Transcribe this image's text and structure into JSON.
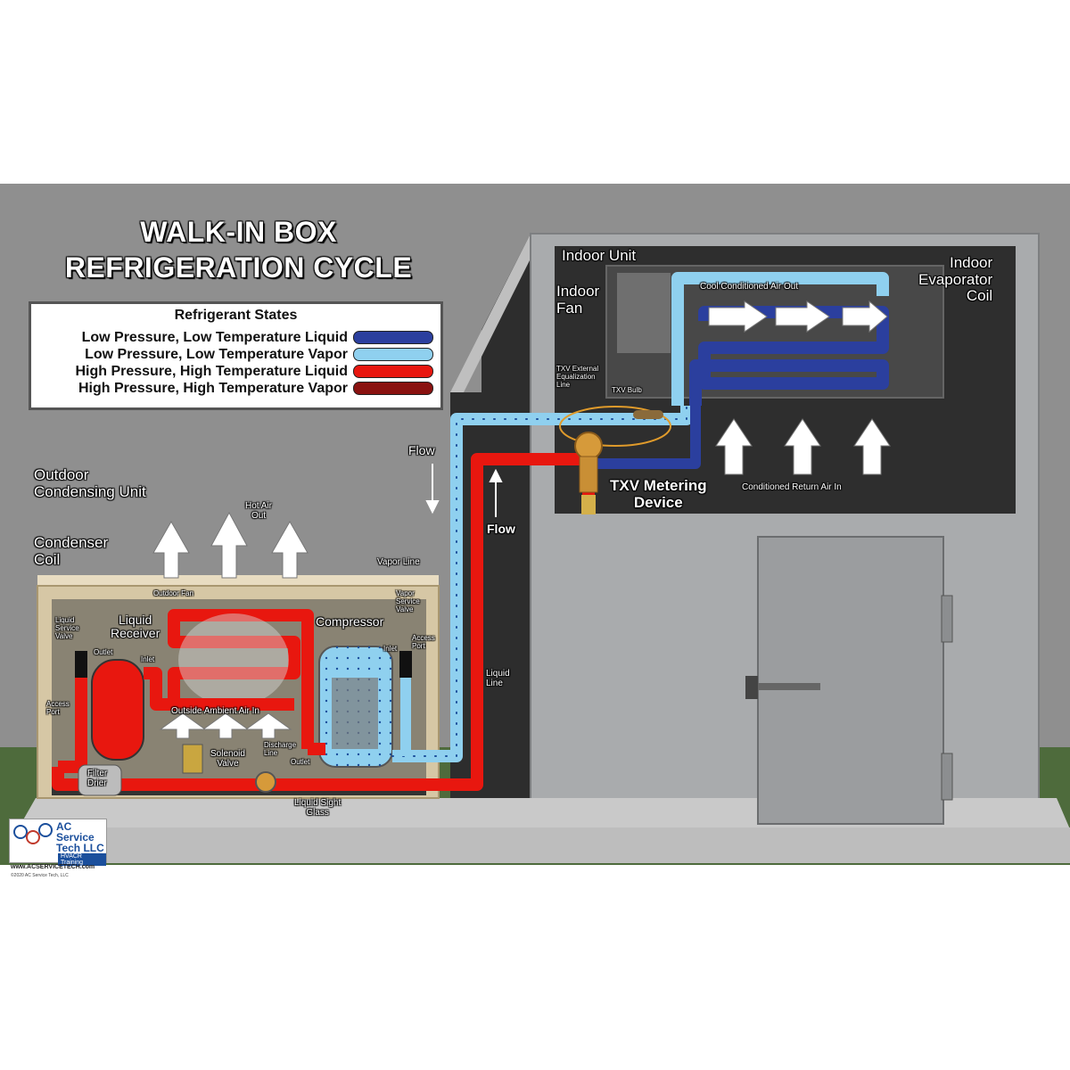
{
  "title_line1": "WALK-IN BOX",
  "title_line2": "REFRIGERATION CYCLE",
  "legend": {
    "heading": "Refrigerant States",
    "items": [
      {
        "label": "Low Pressure, Low Temperature Liquid",
        "color": "#2b3f9e"
      },
      {
        "label": "Low Pressure, Low Temperature Vapor",
        "color": "#8fd0ef"
      },
      {
        "label": "High Pressure, High Temperature Liquid",
        "color": "#e8170f"
      },
      {
        "label": "High Pressure, High Temperature Vapor",
        "color": "#8a1210"
      }
    ]
  },
  "labels": {
    "outdoor_unit": "Outdoor\nCondensing Unit",
    "condenser_coil": "Condenser\nCoil",
    "hot_air_out": "Hot Air\nOut",
    "outdoor_fan": "Outdoor Fan",
    "liquid_receiver": "Liquid\nReceiver",
    "liquid_service_valve": "Liquid\nService\nValve",
    "outlet_receiver": "Outlet",
    "inlet_receiver": "Inlet",
    "access_port_left": "Access\nPort",
    "compressor": "Compressor",
    "vapor_service_valve": "Vapor\nService\nValve",
    "inlet_compressor": "Inlet",
    "access_port_right": "Access\nPort",
    "outside_ambient_air_in": "Outside Ambient Air In",
    "discharge_line": "Discharge\nLine",
    "outlet_compressor": "Outlet",
    "solenoid_valve": "Solenoid\nValve",
    "filter_drier": "Filter\nDrier",
    "liquid_sight_glass": "Liquid Sight\nGlass",
    "vapor_line": "Vapor Line",
    "liquid_line": "Liquid\nLine",
    "flow_down": "Flow",
    "flow_up": "Flow",
    "indoor_unit": "Indoor Unit",
    "indoor_fan": "Indoor\nFan",
    "indoor_evaporator_coil": "Indoor\nEvaporator\nCoil",
    "cool_conditioned_air_out": "Cool Conditioned Air Out",
    "txv_external_equalization_line": "TXV External\nEqualization\nLine",
    "txv_bulb": "TXV Bulb",
    "txv_metering_device": "TXV Metering\nDevice",
    "conditioned_return_air_in": "Conditioned Return Air In"
  },
  "logo": {
    "name": "AC\nService\nTech LLC",
    "tag": "HVACR Training",
    "url": "www.ACSERVICETECH.com",
    "copyright": "©2020 AC Service Tech, LLC"
  },
  "colors": {
    "wall": "#8f8f8f",
    "grass": "#4e6b3c",
    "building": "#a9abad",
    "liquid_low": "#2b3f9e",
    "vapor_low": "#8fd0ef",
    "liquid_high": "#e8170f",
    "vapor_high": "#8a1210"
  }
}
